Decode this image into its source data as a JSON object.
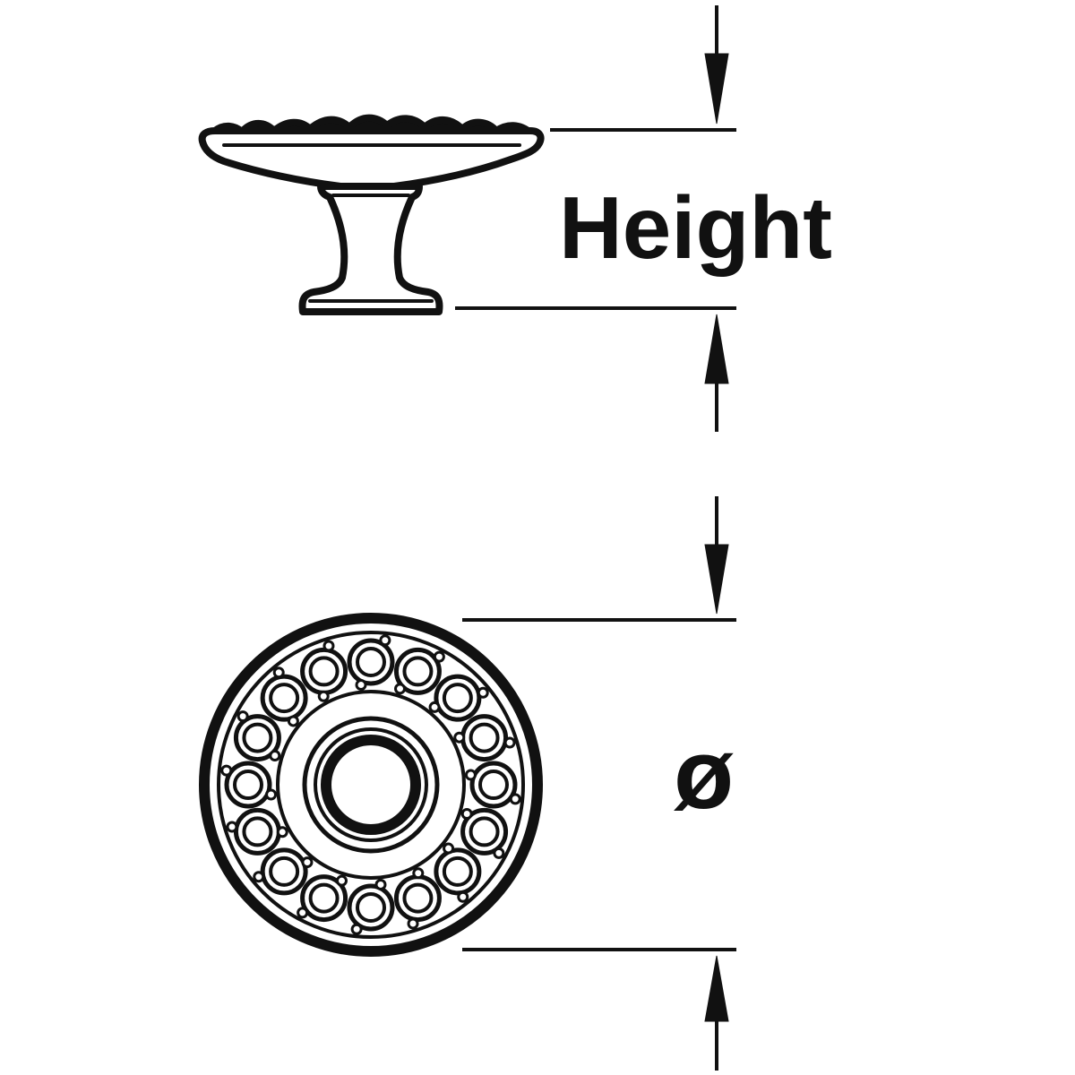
{
  "colors": {
    "ink": "#111111",
    "paper": "#ffffff"
  },
  "side_view": {
    "dimension_label": "Height"
  },
  "top_view": {
    "dimension_label": "ø",
    "outer_beads": 16,
    "small_beads": 32
  }
}
